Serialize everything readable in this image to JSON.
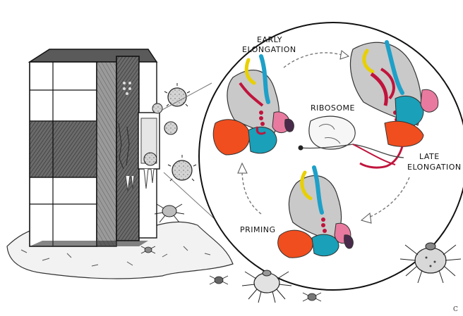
{
  "labels": {
    "early": [
      "EARLY",
      "ELONGATION"
    ],
    "late": [
      "LATE",
      "ELONGATION"
    ],
    "priming": "PRIMING",
    "ribosome": "RIBOSOME"
  },
  "signature": "C"
}
